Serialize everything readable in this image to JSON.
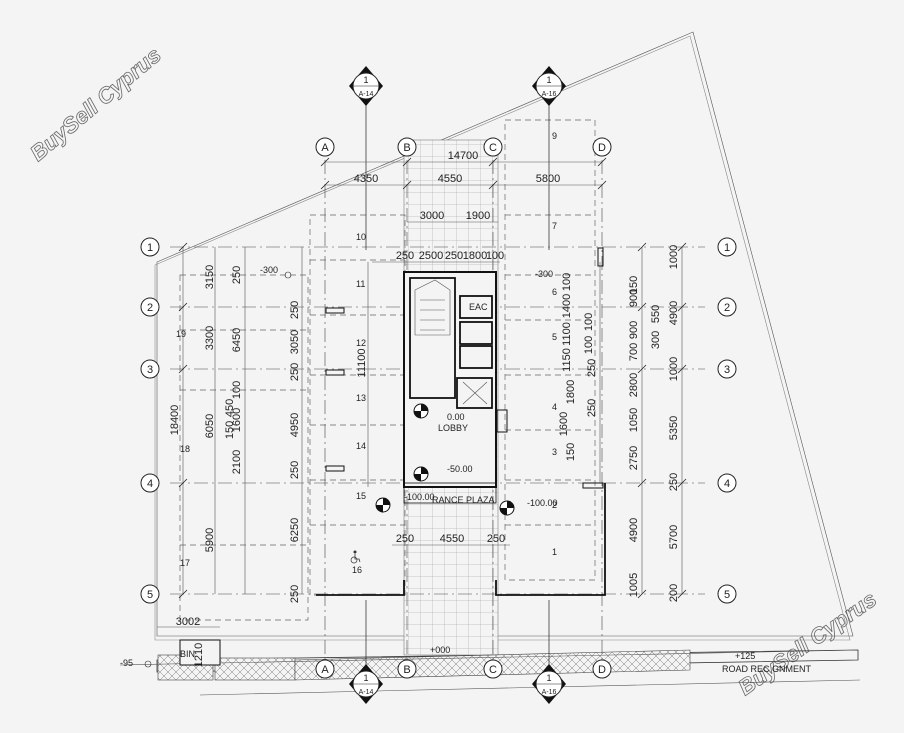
{
  "watermark": "BuySell Cyprus",
  "grid_columns": [
    "A",
    "B",
    "C",
    "D"
  ],
  "grid_rows": [
    "1",
    "2",
    "3",
    "4",
    "5"
  ],
  "section_markers": [
    {
      "number": "1",
      "sheet": "A-14"
    },
    {
      "number": "1",
      "sheet": "A-16"
    }
  ],
  "rooms": {
    "eac": "EAC",
    "lobby": "LOBBY",
    "lobby_level": "0.00",
    "entrance": "RANCE PLAZA",
    "bin": "BIN",
    "road": "ROAD REC   GNMENT"
  },
  "levels": {
    "l_minus300_left": "-300",
    "l_minus300_right": "-300",
    "l_minus50": "-50.00",
    "l_minus100_left": "-100.00",
    "l_minus100_right": "-100.00",
    "l_zero": "+000",
    "l_plus125": "+125",
    "l_minus95": "-95"
  },
  "top_dims": {
    "overall": "14700",
    "ab": "4350",
    "bc": "4550",
    "cd": "5800",
    "c1": "3000",
    "c2": "1900",
    "s1": "250",
    "s2": "2500",
    "s3": "250",
    "s4": "1800",
    "s5": "100"
  },
  "left_dims": {
    "overall": "18400",
    "a": "3150",
    "b": "3300",
    "c": "6050",
    "d": "5900",
    "e": "6450",
    "f": "250",
    "g": "100",
    "h": "450",
    "i": "150",
    "j": "1600",
    "k": "2100",
    "m": "250",
    "n": "3050",
    "o": "250",
    "p": "4950",
    "q": "250",
    "r": "6250",
    "s": "250",
    "t": "11100",
    "bottom": "3002",
    "bin_h": "1210"
  },
  "right_dims": {
    "a1": "1000",
    "a2": "4900",
    "a3": "1000",
    "a4": "5350",
    "a5": "250",
    "a6": "5700",
    "a7": "200",
    "b1": "150",
    "b2": "900",
    "b3": "550",
    "b4": "900",
    "b5": "700",
    "b6": "300",
    "b7": "2800",
    "b8": "1050",
    "b9": "2750",
    "b10": "4900",
    "b11": "1005",
    "c1": "100",
    "c2": "1400",
    "c3": "1100",
    "c4": "1150",
    "c5": "100",
    "c6": "100",
    "c7": "250",
    "c8": "1800",
    "c9": "250",
    "c10": "1600",
    "c11": "150"
  },
  "bottom_dims": {
    "d1": "250",
    "d2": "4550",
    "d3": "250"
  },
  "parking_numbers": [
    "1",
    "2",
    "3",
    "4",
    "5",
    "6",
    "7",
    "9",
    "10",
    "11",
    "12",
    "13",
    "14",
    "15",
    "16",
    "17",
    "18",
    "19"
  ]
}
